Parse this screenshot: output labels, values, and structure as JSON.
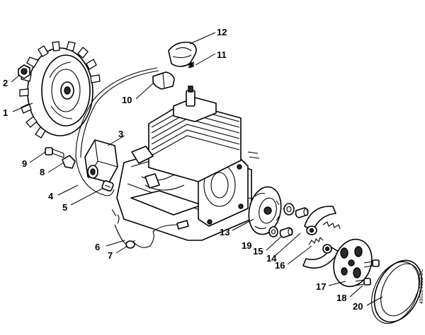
{
  "diagram": {
    "callouts": [
      {
        "id": "1",
        "label": "1"
      },
      {
        "id": "2",
        "label": "2"
      },
      {
        "id": "3",
        "label": "3"
      },
      {
        "id": "4",
        "label": "4"
      },
      {
        "id": "5",
        "label": "5"
      },
      {
        "id": "6",
        "label": "6"
      },
      {
        "id": "7",
        "label": "7"
      },
      {
        "id": "8",
        "label": "8"
      },
      {
        "id": "9",
        "label": "9"
      },
      {
        "id": "10",
        "label": "10"
      },
      {
        "id": "11",
        "label": "11"
      },
      {
        "id": "12",
        "label": "12"
      },
      {
        "id": "13",
        "label": "13"
      },
      {
        "id": "14",
        "label": "14"
      },
      {
        "id": "15",
        "label": "15"
      },
      {
        "id": "16",
        "label": "16"
      },
      {
        "id": "17",
        "label": "17"
      },
      {
        "id": "18",
        "label": "18"
      },
      {
        "id": "19",
        "label": "19"
      },
      {
        "id": "20",
        "label": "20"
      }
    ],
    "document_code": "4902ET002 SC"
  }
}
